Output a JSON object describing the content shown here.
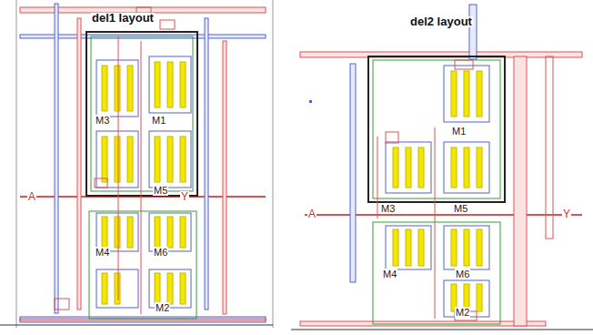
{
  "diagram": {
    "labels": [
      "del1 layout",
      "M3",
      "M1",
      "M5",
      "M4",
      "M6",
      "M2",
      "A",
      "Y",
      "del2 layout",
      "M1",
      "M3",
      "M5",
      "M4",
      "M6",
      "M2",
      "A",
      "Y"
    ]
  }
}
